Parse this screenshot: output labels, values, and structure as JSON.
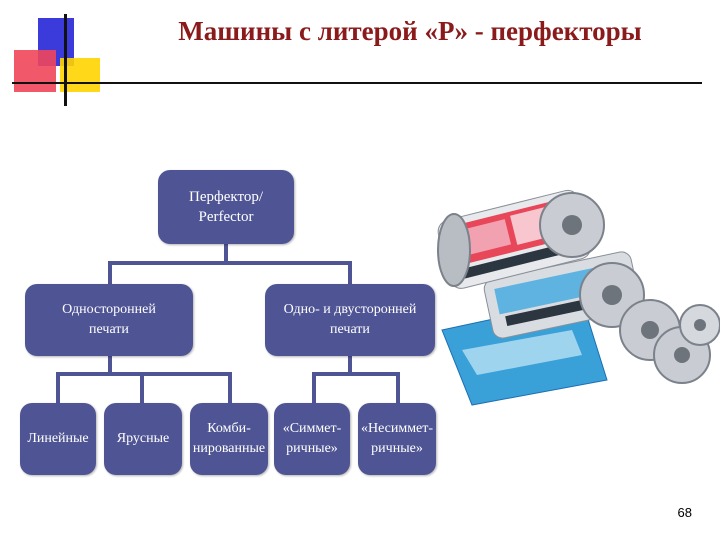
{
  "slide": {
    "title": "Машины с литерой «P» - перфекторы",
    "page_number": "68"
  },
  "diagram": {
    "root": "Перфектор/\nPerfector",
    "level2": [
      "Односторонней\nпечати",
      "Одно- и двусторонней\nпечати"
    ],
    "level3": [
      "Линейные",
      "Ярусные",
      "Комби-\nнированные",
      "«Симмет-\nричные»",
      "«Несиммет-\nричные»"
    ]
  },
  "photo": {
    "subject": "printing-cylinders-photo",
    "colors": [
      "#e8475a",
      "#f2a1b0",
      "#3aa0d8",
      "#1b6fb3",
      "#c9ccd2"
    ]
  }
}
